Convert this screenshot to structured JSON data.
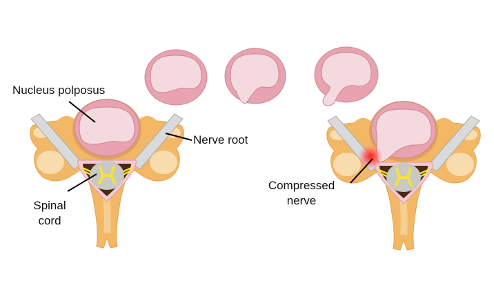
{
  "labels": {
    "nucleus": "Nucleus polposus",
    "nerve_root": "Nerve root",
    "spinal": "Spinal",
    "cord": "cord",
    "compressed": "Compressed",
    "nerve": "nerve"
  },
  "colors": {
    "bone": "#f2b865",
    "bone_light": "#f8dcae",
    "disc_outer": "#e9a3b0",
    "disc_inner": "#f4d9de",
    "canal": "#4a2a12",
    "cord": "#c9c9c4",
    "grey_matter": "#f4e23a",
    "nerve": "#d9dadb",
    "compression": "#ff2020"
  }
}
